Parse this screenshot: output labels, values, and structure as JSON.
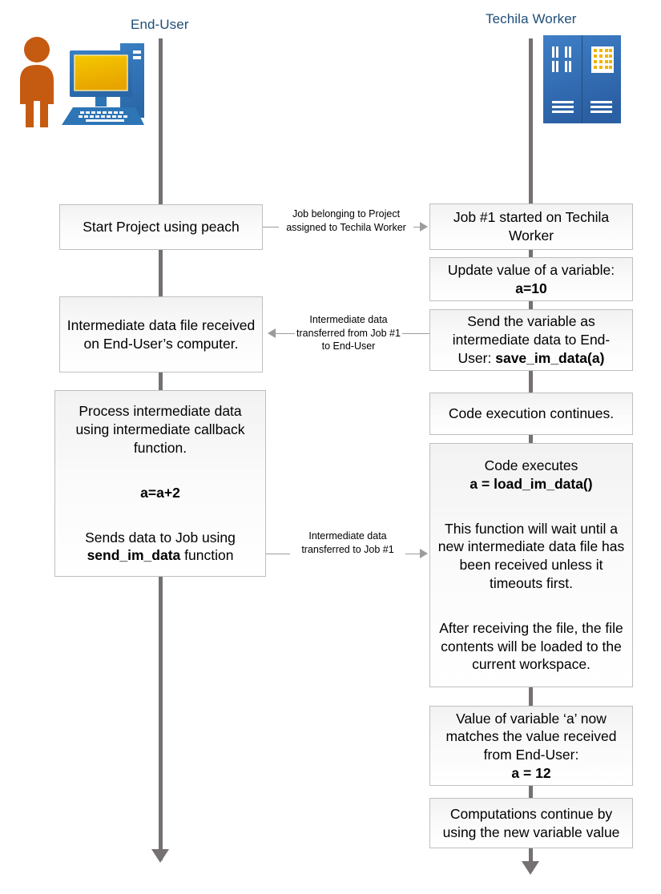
{
  "diagram": {
    "title_left": "End-User",
    "title_right": "Techila Worker",
    "icons": {
      "enduser": "person-with-desktop-computer-icon",
      "worker": "server-rack-icon",
      "lifeline_arrow": "down-arrow-icon"
    },
    "colors": {
      "lane_title": "#1F4E79",
      "lifeline": "#767171",
      "box_border": "#BFBFBF",
      "box_fill": "#F2F2F2",
      "connector": "#9C9C9C",
      "person": "#C55A11",
      "computer": "#2E75B6",
      "screen": "#F0B400"
    }
  },
  "left_nodes": [
    {
      "id": "start-project",
      "lines": [
        {
          "text": "Start Project using peach",
          "bold": false
        }
      ]
    },
    {
      "id": "intermediate-received",
      "lines": [
        {
          "text": "Intermediate data file received on End-User’s computer.",
          "bold": false
        }
      ]
    },
    {
      "id": "process-intermediate",
      "lines": [
        {
          "text": "Process intermediate data using intermediate callback function.",
          "bold": false
        },
        {
          "text": "",
          "bold": false
        },
        {
          "text": "a=a+2",
          "bold": true
        },
        {
          "text": "",
          "bold": false
        },
        {
          "text": "Sends data to Job using ",
          "bold": false,
          "tail_bold": "send_im_data",
          "tail": " function"
        }
      ]
    }
  ],
  "right_nodes": [
    {
      "id": "job-started",
      "lines": [
        {
          "text": "Job #1 started on Techila Worker",
          "bold": false
        }
      ]
    },
    {
      "id": "update-variable",
      "lines": [
        {
          "text": "Update value of a variable:",
          "bold": false
        },
        {
          "text": "a=10",
          "bold": true
        }
      ]
    },
    {
      "id": "send-variable",
      "lines": [
        {
          "text": "Send the variable as intermediate data to End-User: ",
          "bold": false,
          "tail_bold": "save_im_data(a)",
          "tail": ""
        }
      ]
    },
    {
      "id": "code-continues",
      "lines": [
        {
          "text": "Code execution continues.",
          "bold": false
        }
      ]
    },
    {
      "id": "code-executes",
      "lines": [
        {
          "text": "Code executes",
          "bold": false
        },
        {
          "text": "a = load_im_data()",
          "bold": true
        },
        {
          "text": "",
          "bold": false
        },
        {
          "text": "This function will wait until a new intermediate data file has been received unless it timeouts first.",
          "bold": false
        },
        {
          "text": "",
          "bold": false
        },
        {
          "text": "After receiving the file, the file contents will be loaded to the current workspace.",
          "bold": false
        }
      ]
    },
    {
      "id": "value-matches",
      "lines": [
        {
          "text": "Value of variable ‘a’ now matches the value received from End-User:",
          "bold": false
        },
        {
          "text": "a = 12",
          "bold": true
        }
      ]
    },
    {
      "id": "computations-continue",
      "lines": [
        {
          "text": "Computations continue by using the new variable value",
          "bold": false
        }
      ]
    }
  ],
  "connectors": [
    {
      "id": "conn-job-assigned",
      "direction": "right",
      "label": "Job belonging to Project assigned to Techila Worker"
    },
    {
      "id": "conn-im-to-enduser",
      "direction": "left",
      "label": "Intermediate data transferred from Job #1 to End-User"
    },
    {
      "id": "conn-im-to-job",
      "direction": "right",
      "label": "Intermediate data transferred to Job #1"
    }
  ]
}
